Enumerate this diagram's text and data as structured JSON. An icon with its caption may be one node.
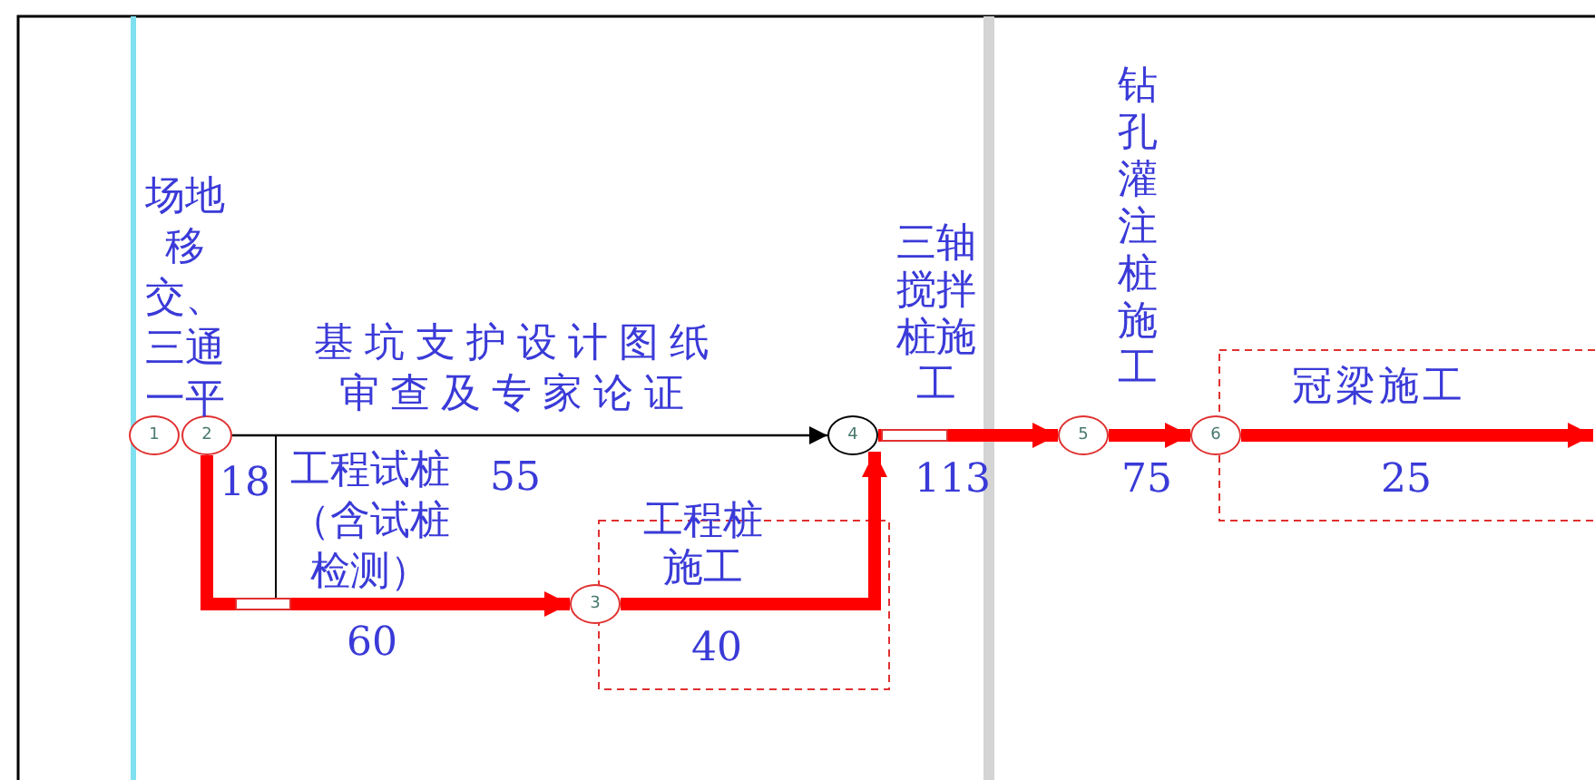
{
  "diagram": {
    "nodes": [
      {
        "text": [
          "1"
        ]
      },
      {
        "text": [
          "2"
        ]
      },
      {
        "text": [
          "3"
        ]
      },
      {
        "text": [
          "4"
        ]
      },
      {
        "text": [
          "5"
        ]
      },
      {
        "text": [
          "6"
        ]
      }
    ],
    "edges": [
      {
        "from": 1,
        "to": 3,
        "arrow": "to",
        "label": "基坑支护设计图纸审查及专家论证",
        "color": "#000000"
      },
      {
        "from": 1,
        "to": 2,
        "arrow": "to",
        "label": "工程试桩（含试桩检测）"
      },
      {
        "from": 2,
        "to": 3,
        "arrow": "to",
        "label": "工程桩施工"
      },
      {
        "from": 3,
        "to": 4,
        "arrow": "to",
        "label": "三轴搅拌桩施工"
      },
      {
        "from": 4,
        "to": 5,
        "arrow": "to",
        "label": "钻孔灌注桩施工"
      },
      {
        "from": 5,
        "to": null,
        "arrow": "to",
        "label": "冠梁施工"
      }
    ],
    "labels": [
      "场地移交、三通一平",
      "18",
      "55",
      "60",
      "40",
      "113",
      "75",
      "25"
    ]
  }
}
